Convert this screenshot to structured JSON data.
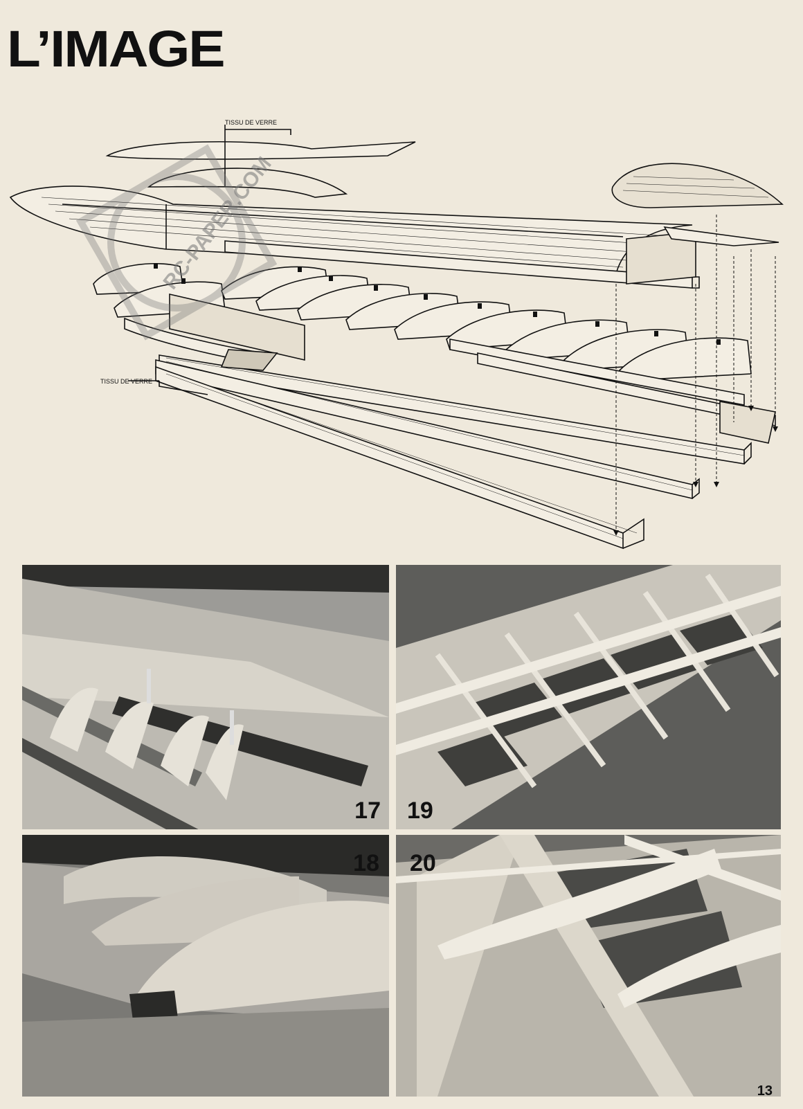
{
  "header": {
    "title": "L’IMAGE"
  },
  "diagram": {
    "label_top": "TISSU DE VERRE",
    "label_left": "TISSU DE VERRE",
    "watermark": "RC-PAPER.COM"
  },
  "photos": [
    {
      "number": "17"
    },
    {
      "number": "19"
    },
    {
      "number": "18"
    },
    {
      "number": "20"
    }
  ],
  "footer": {
    "page_number": "13"
  },
  "colors": {
    "paper": "#efe9dc",
    "ink": "#111111",
    "photo_dark": "#3a3a38",
    "photo_mid": "#9a9995",
    "balsa": "#d9d4c8"
  }
}
